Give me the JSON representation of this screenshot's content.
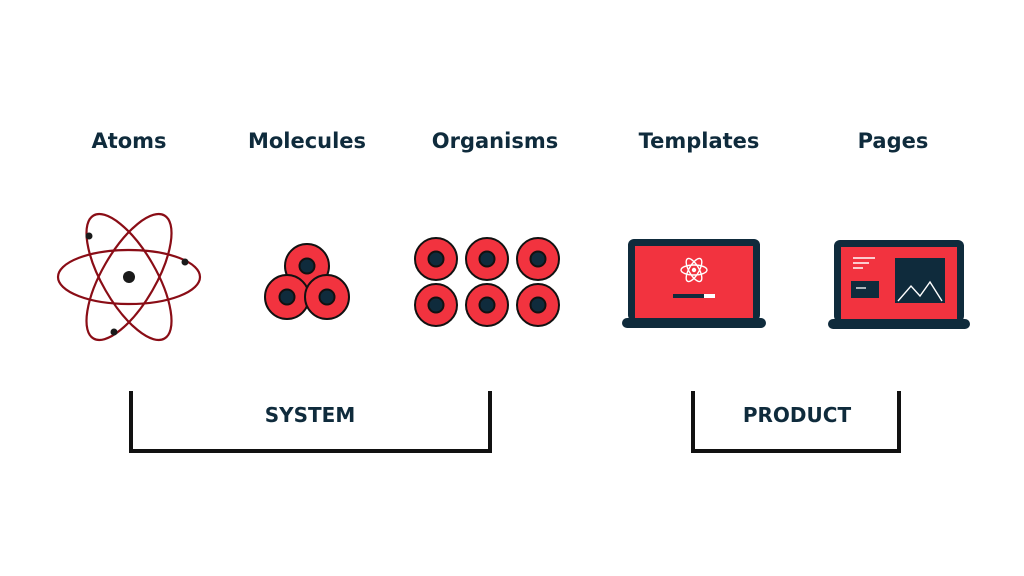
{
  "stages": [
    {
      "label": "Atoms"
    },
    {
      "label": "Molecules"
    },
    {
      "label": "Organisms"
    },
    {
      "label": "Templates"
    },
    {
      "label": "Pages"
    }
  ],
  "groups": [
    {
      "label": "SYSTEM"
    },
    {
      "label": "PRODUCT"
    }
  ],
  "colors": {
    "accent": "#f2333f",
    "dark": "#0f2b3c",
    "orbit": "#8a0d16",
    "line": "#111111"
  }
}
